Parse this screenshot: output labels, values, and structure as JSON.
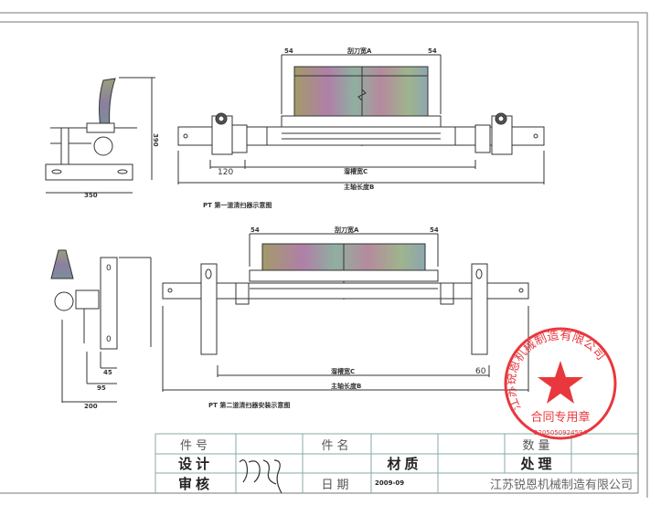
{
  "drawing1": {
    "caption": "PT 第一道清扫器示意图",
    "blade_width": "刮刀宽A",
    "chute_width": "溜槽宽C",
    "shaft_length": "主轴长度B",
    "dim_left": "54",
    "dim_right": "54",
    "dim_offset": "120",
    "side_width": "350",
    "side_height": "390"
  },
  "drawing2": {
    "caption": "PT 第二道清扫器安装示意图",
    "blade_width": "刮刀宽A",
    "chute_width": "溜槽宽C",
    "shaft_length": "主轴长度B",
    "dim_left": "54",
    "dim_right": "54",
    "dim_offset": "60",
    "side_width": "200",
    "side_mid": "95",
    "side_small": "45"
  },
  "stamp": {
    "company": "江苏锐恩机械制造有限公司",
    "purpose": "合同专用章",
    "number": "3205050924594",
    "color": "#e8383d"
  },
  "title_block": {
    "part_no": "件号",
    "part_name": "件名",
    "quantity": "数量",
    "design": "设计",
    "material": "材质",
    "treatment": "处理",
    "review": "审核",
    "date_label": "日期",
    "date_value": "2009-09",
    "company": "江苏锐恩机械制造有限公司"
  }
}
